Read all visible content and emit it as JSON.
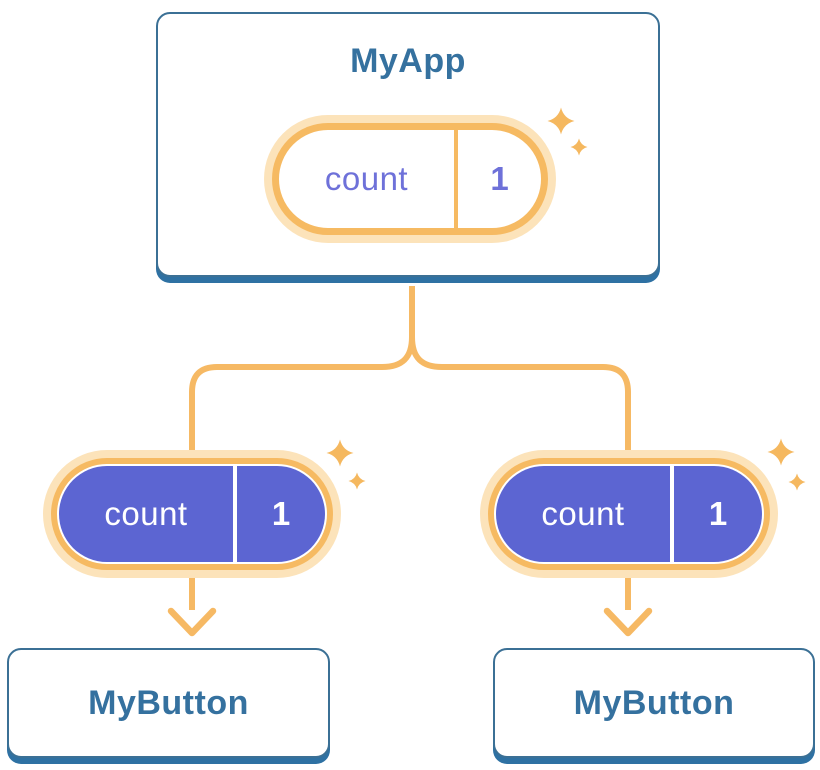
{
  "diagram": {
    "description": "React component tree showing state passed down as props",
    "root": {
      "title": "MyApp",
      "state": {
        "name": "count",
        "value": "1"
      }
    },
    "children": [
      {
        "title": "MyButton",
        "state": {
          "name": "count",
          "value": "1"
        }
      },
      {
        "title": "MyButton",
        "state": {
          "name": "count",
          "value": "1"
        }
      }
    ]
  },
  "colors": {
    "card_border": "#3B7095",
    "card_shadow": "#2E71A3",
    "card_background": "#FFFFFF",
    "heading_text": "#35719F",
    "pill_halo": "#FCE3BA",
    "pill_ring": "#F6BA62",
    "connector_line": "#F6B964",
    "sparkle": "#F5B85F",
    "state_fill_purple": "#5C65D2",
    "state_text_purple": "#6E71D9",
    "state_text_on_purple": "#FFFFFF"
  }
}
